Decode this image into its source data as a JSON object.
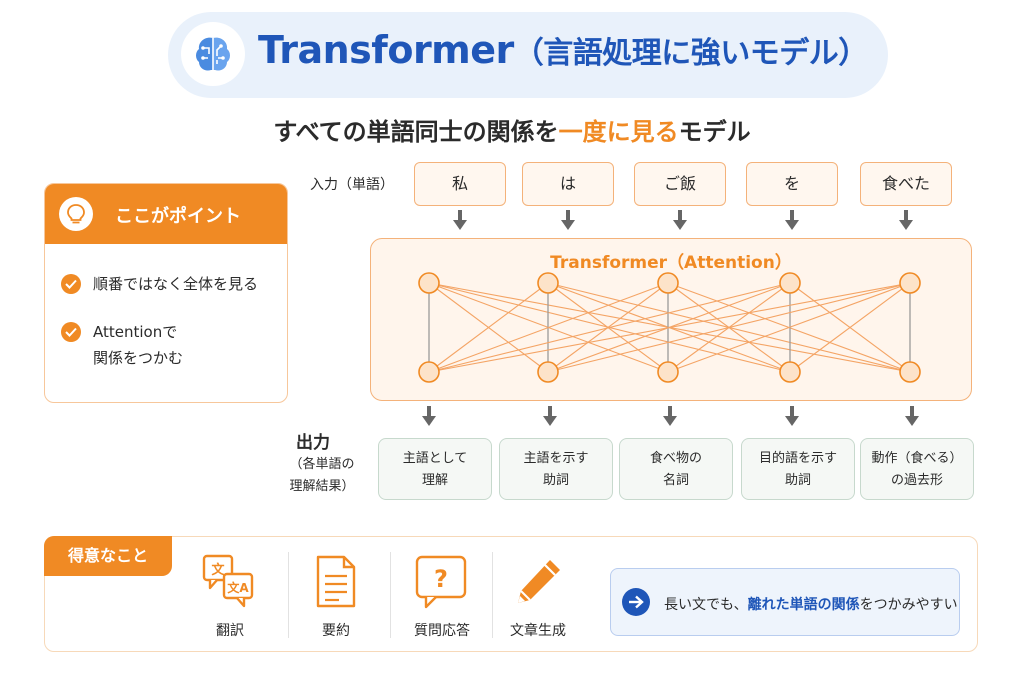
{
  "title": {
    "main": "Transformer",
    "sub": "（言語処理に強いモデル）"
  },
  "subtitle": {
    "before": "すべての単語同士の関係を",
    "highlight": "一度に見る",
    "after": "モデル"
  },
  "point": {
    "title": "ここがポイント",
    "items": [
      "順番ではなく全体を見る",
      "Attentionで",
      "関係をつかむ"
    ]
  },
  "input": {
    "label": "入力（単語）",
    "tokens": [
      "私",
      "は",
      "ご飯",
      "を",
      "食べた"
    ]
  },
  "transformer": {
    "label": "Transformer（Attention）"
  },
  "output": {
    "label": "出力",
    "sublabel_line1": "（各単語の",
    "sublabel_line2": "理解結果）",
    "results": [
      {
        "line1": "主語として",
        "line2": "理解"
      },
      {
        "line1": "主語を示す",
        "line2": "助詞"
      },
      {
        "line1": "食べ物の",
        "line2": "名詞"
      },
      {
        "line1": "目的語を示す",
        "line2": "助詞"
      },
      {
        "line1": "動作（食べる）",
        "line2": "の過去形"
      }
    ]
  },
  "strengths": {
    "title": "得意なこと",
    "items": [
      {
        "label": "翻訳",
        "icon": "translate-icon"
      },
      {
        "label": "要約",
        "icon": "document-icon"
      },
      {
        "label": "質問応答",
        "icon": "question-icon"
      },
      {
        "label": "文章生成",
        "icon": "pencil-icon"
      }
    ],
    "note": {
      "before": "長い文でも、",
      "highlight": "離れた単語の関係",
      "after": "をつかみやすい"
    }
  },
  "colors": {
    "accent_orange": "#f08a24",
    "title_blue": "#1f56b8",
    "input_box": "#fff7ef",
    "output_box": "#f5f8f5"
  }
}
